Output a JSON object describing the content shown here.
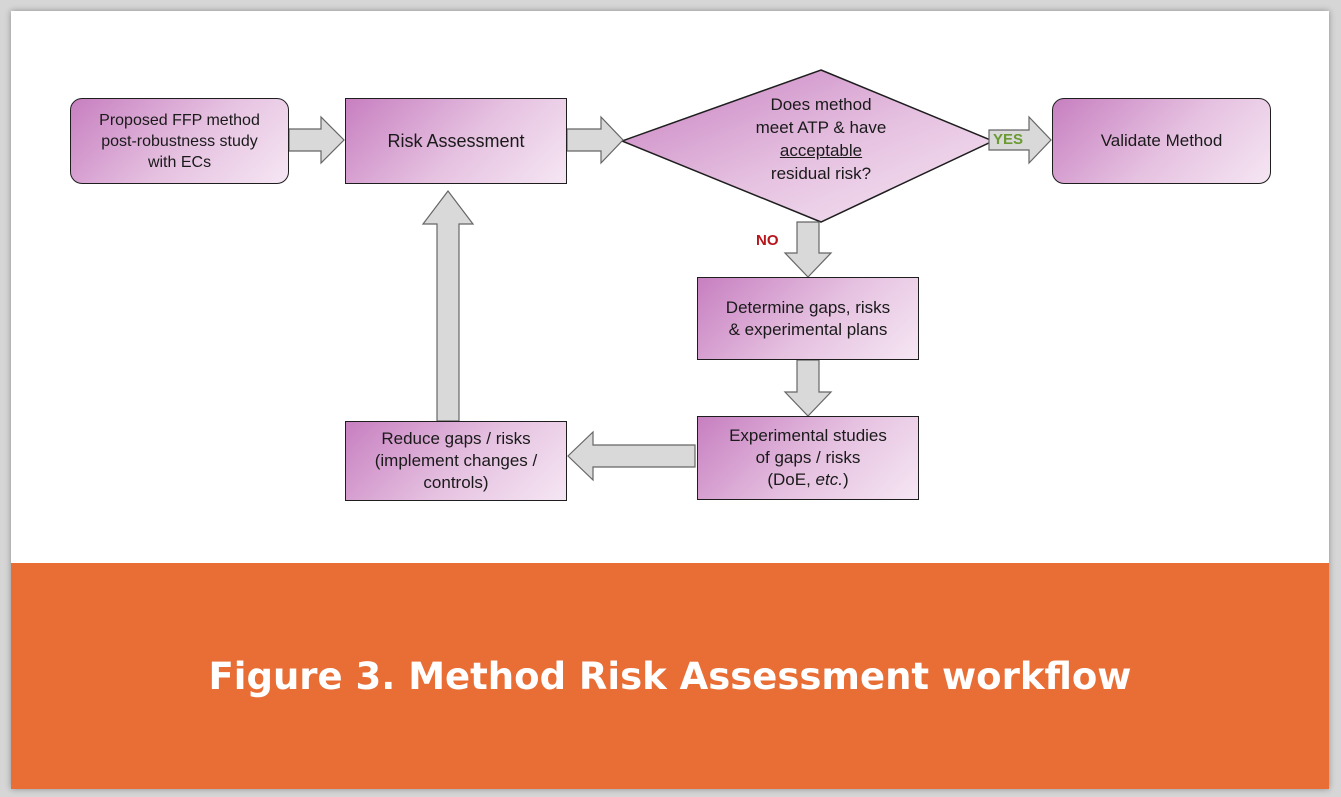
{
  "diagram": {
    "nodes": {
      "proposed": [
        "Proposed FFP method",
        "post-robustness study",
        "with ECs"
      ],
      "risk_assessment": "Risk Assessment",
      "decision": {
        "line1": "Does method",
        "line2": "meet ATP & have",
        "line3": "acceptable",
        "line4": "residual risk?"
      },
      "validate": "Validate Method",
      "determine": [
        "Determine gaps, risks",
        "& experimental plans"
      ],
      "experimental": {
        "line1": "Experimental studies",
        "line2": "of gaps / risks",
        "line3_prefix": "(DoE, ",
        "line3_italic": "etc.",
        "line3_suffix": ")"
      },
      "reduce": [
        "Reduce gaps / risks",
        "(implement changes /",
        "controls)"
      ]
    },
    "labels": {
      "yes": "YES",
      "no": "NO"
    },
    "colors": {
      "node_fill_dark": "#c77fc0",
      "node_fill_light": "#f5e6f3",
      "arrow_fill": "#d9d9d9",
      "yes": "#6a9a32",
      "no": "#b8141a"
    }
  },
  "caption": {
    "text": "Figure 3. Method Risk Assessment workflow",
    "background": "#e86e35"
  }
}
